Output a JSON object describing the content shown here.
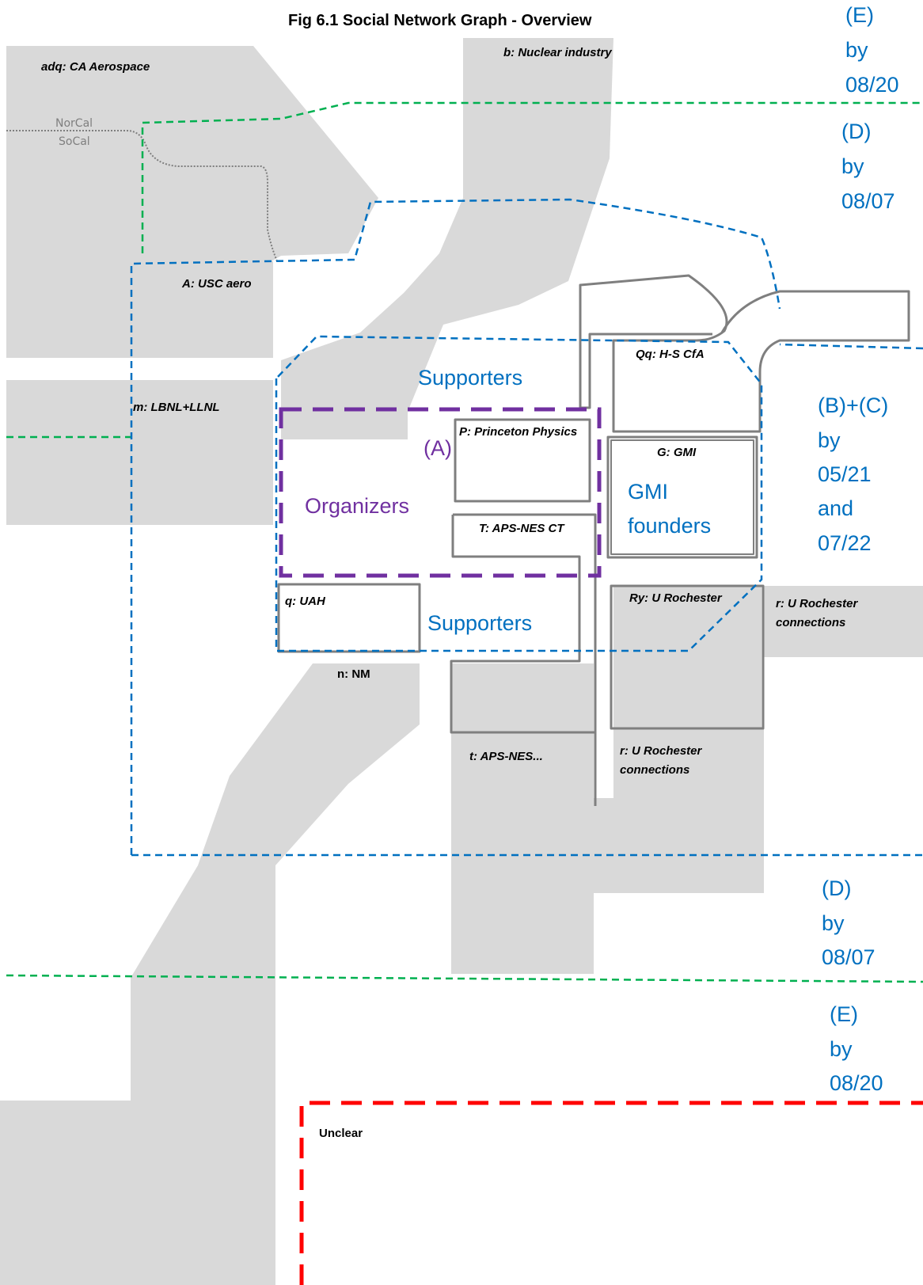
{
  "title": "Fig 6.1  Social Network Graph - Overview",
  "border": {
    "north": "NorCal",
    "south": "SoCal"
  },
  "nodes": {
    "adq": "adq: CA Aerospace",
    "b": "b: Nuclear industry",
    "A": "A: USC aero",
    "m": "m: LBNL+LLNL",
    "Qq": "Qq: H-S CfA",
    "P": "P: Princeton Physics",
    "G": "G: GMI",
    "T": "T: APS-NES CT",
    "q": "q: UAH",
    "Ry": "Ry: U Rochester",
    "r_right": "r: U Rochester connections",
    "n": "n: NM",
    "t": "t: APS-NES...",
    "r_bottom": "r: U Rochester connections",
    "unclear": "Unclear"
  },
  "groups": {
    "supporters_top": "Supporters",
    "supporters_bottom": "Supporters",
    "organizers": "Organizers",
    "phase_a": "(A)",
    "gmi_founders_1": "GMI",
    "gmi_founders_2": "founders"
  },
  "phases": {
    "e_top": [
      "(E)",
      "by",
      "08/20"
    ],
    "d_top": [
      "(D)",
      "by",
      "08/07"
    ],
    "bc": [
      "(B)+(C)",
      "by",
      "05/21",
      "and",
      "07/22"
    ],
    "d_bottom": [
      "(D)",
      "by",
      "08/07"
    ],
    "e_bottom": [
      "(E)",
      "by",
      "08/20"
    ]
  },
  "colors": {
    "region_fill": "#d9d9d9",
    "outline": "#7f7f7f",
    "phase_e": "#00b050",
    "phase_bcd": "#0070c0",
    "phase_a": "#7030a0",
    "unclear": "#ff0000"
  }
}
